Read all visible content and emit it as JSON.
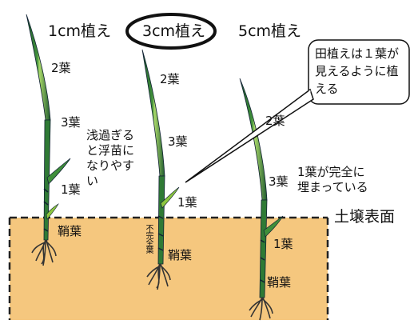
{
  "columns": [
    {
      "title": "1cm植え"
    },
    {
      "title": "3cm植え"
    },
    {
      "title": "5cm植え"
    }
  ],
  "labels": {
    "c1_leaf2": "2葉",
    "c1_leaf3": "3葉",
    "c1_leaf1": "1葉",
    "c1_sheath": "鞘葉",
    "c1_note": "浅過ぎると浮苗になりやすい",
    "c2_leaf2": "2葉",
    "c2_leaf3": "3葉",
    "c2_leaf1": "1葉",
    "c2_sheath": "鞘葉",
    "c2_incomplete": "不完全葉",
    "c3_leaf2": "2葉",
    "c3_leaf3": "3葉",
    "c3_leaf1": "1葉",
    "c3_sheath": "鞘葉",
    "c3_note": "1葉が完全に埋まっている",
    "soil_surface": "土壌表面"
  },
  "callout": {
    "text": "田植えは１葉が見えるように植える"
  },
  "colors": {
    "soil": "#f5c77e",
    "leaf_dark": "#1e5a2e",
    "leaf_light": "#8cc63f",
    "root": "#333333"
  }
}
